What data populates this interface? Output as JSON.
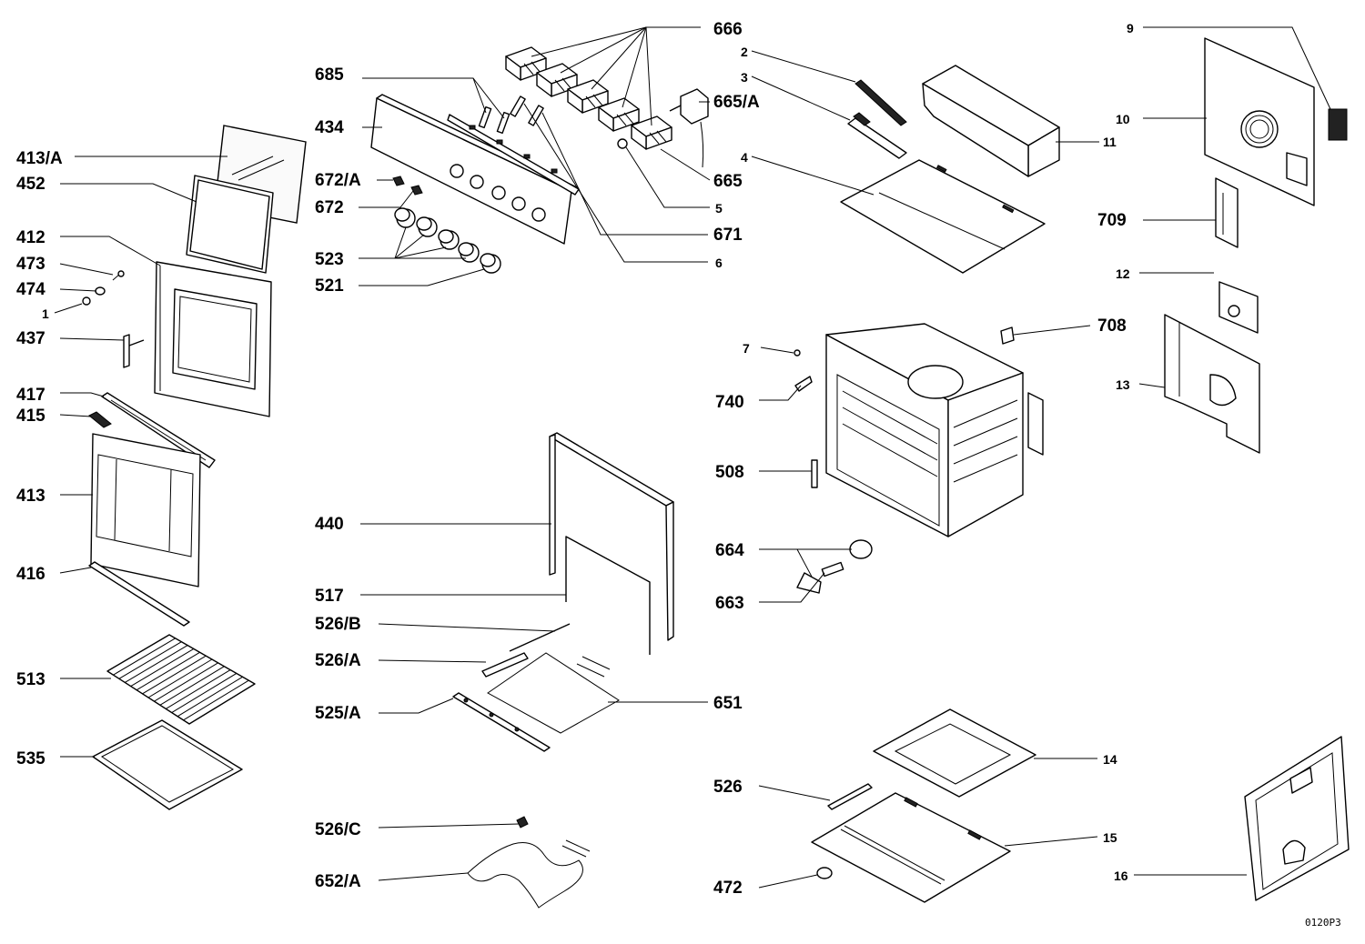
{
  "labels": {
    "l666": "666",
    "l685": "685",
    "l434": "434",
    "l665a": "665/A",
    "l413a": "413/A",
    "l452": "452",
    "l672a": "672/A",
    "l672": "672",
    "l412": "412",
    "l473": "473",
    "l474": "474",
    "l1": "1",
    "l437": "437",
    "l523": "523",
    "l521": "521",
    "l665": "665",
    "l5": "5",
    "l671": "671",
    "l6": "6",
    "l2": "2",
    "l3": "3",
    "l4": "4",
    "l11": "11",
    "l9": "9",
    "l10": "10",
    "l709": "709",
    "l12": "12",
    "l708": "708",
    "l13": "13",
    "l7": "7",
    "l740": "740",
    "l417": "417",
    "l415": "415",
    "l413": "413",
    "l508": "508",
    "l440": "440",
    "l664": "664",
    "l663": "663",
    "l416": "416",
    "l517": "517",
    "l526b": "526/B",
    "l526a": "526/A",
    "l513": "513",
    "l525a": "525/A",
    "l651": "651",
    "l535": "535",
    "l14": "14",
    "l526": "526",
    "l15": "15",
    "l526c": "526/C",
    "l16": "16",
    "l652a": "652/A",
    "l472": "472"
  },
  "reference_code": "0120P3"
}
